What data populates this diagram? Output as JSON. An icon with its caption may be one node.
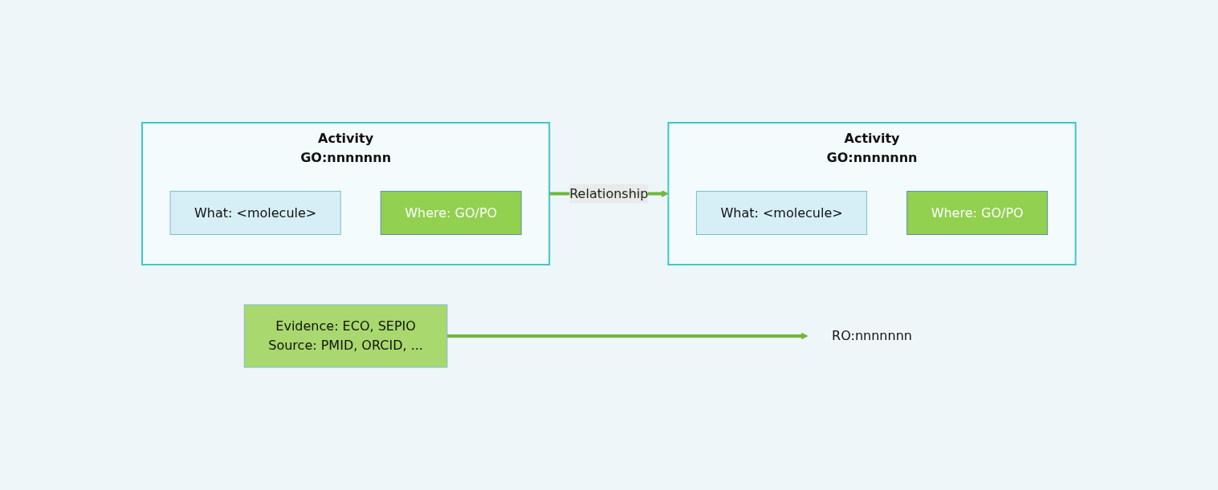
{
  "diagram": {
    "nodes": [
      {
        "text": [
          "Activity",
          "GO:nnnnnnn"
        ]
      },
      {
        "text": [
          "What: <molecule>"
        ],
        "in": 0
      },
      {
        "text": [
          "Where: GO/PO"
        ],
        "in": 0
      },
      {
        "text": [
          "Activity",
          "GO:nnnnnnn"
        ]
      },
      {
        "text": [
          "What: <molecule>"
        ],
        "in": 3
      },
      {
        "text": [
          "Where: GO/PO"
        ],
        "in": 3
      },
      {
        "text": [
          "RO:nnnnnnn"
        ]
      },
      {
        "text": [
          "Evidence: ECO, SEPIO",
          "Source: PMID, ORCID, ..."
        ]
      }
    ],
    "edges": [
      {
        "from": 0,
        "to": 3,
        "arrow": "to",
        "label": "Relationship"
      },
      {
        "from": 7,
        "to": 6,
        "arrow": "to"
      }
    ]
  }
}
